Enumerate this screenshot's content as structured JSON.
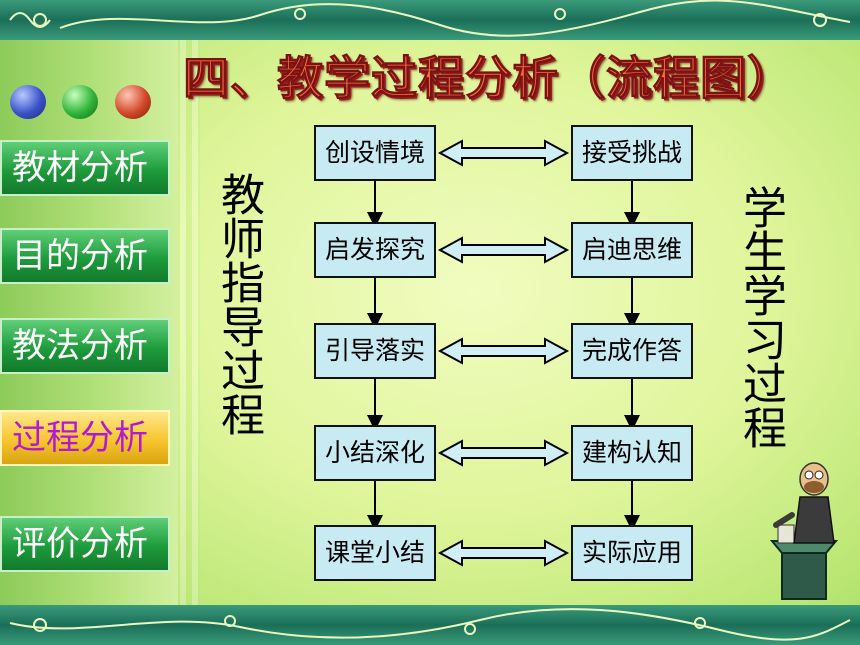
{
  "title": "四、教学过程分析（流程图）",
  "nav": [
    {
      "label": "教材分析",
      "active": false
    },
    {
      "label": "目的分析",
      "active": false
    },
    {
      "label": "教法分析",
      "active": false
    },
    {
      "label": "过程分析",
      "active": true
    },
    {
      "label": "评价分析",
      "active": false
    }
  ],
  "teacher_label": "教师指导过程",
  "student_label": "学生学习过程",
  "flow": {
    "teacher_steps": [
      "创设情境",
      "启发探究",
      "引导落实",
      "小结深化",
      "课堂小结"
    ],
    "student_steps": [
      "接受挑战",
      "启迪思维",
      "完成作答",
      "建构认知",
      "实际应用"
    ]
  },
  "colors": {
    "box_fill": "#c8eaf2",
    "title": "#ff6a3d",
    "nav": "#1e9b3c",
    "nav_active": "#f7c52e",
    "nav_active_text": "#b219d0"
  }
}
